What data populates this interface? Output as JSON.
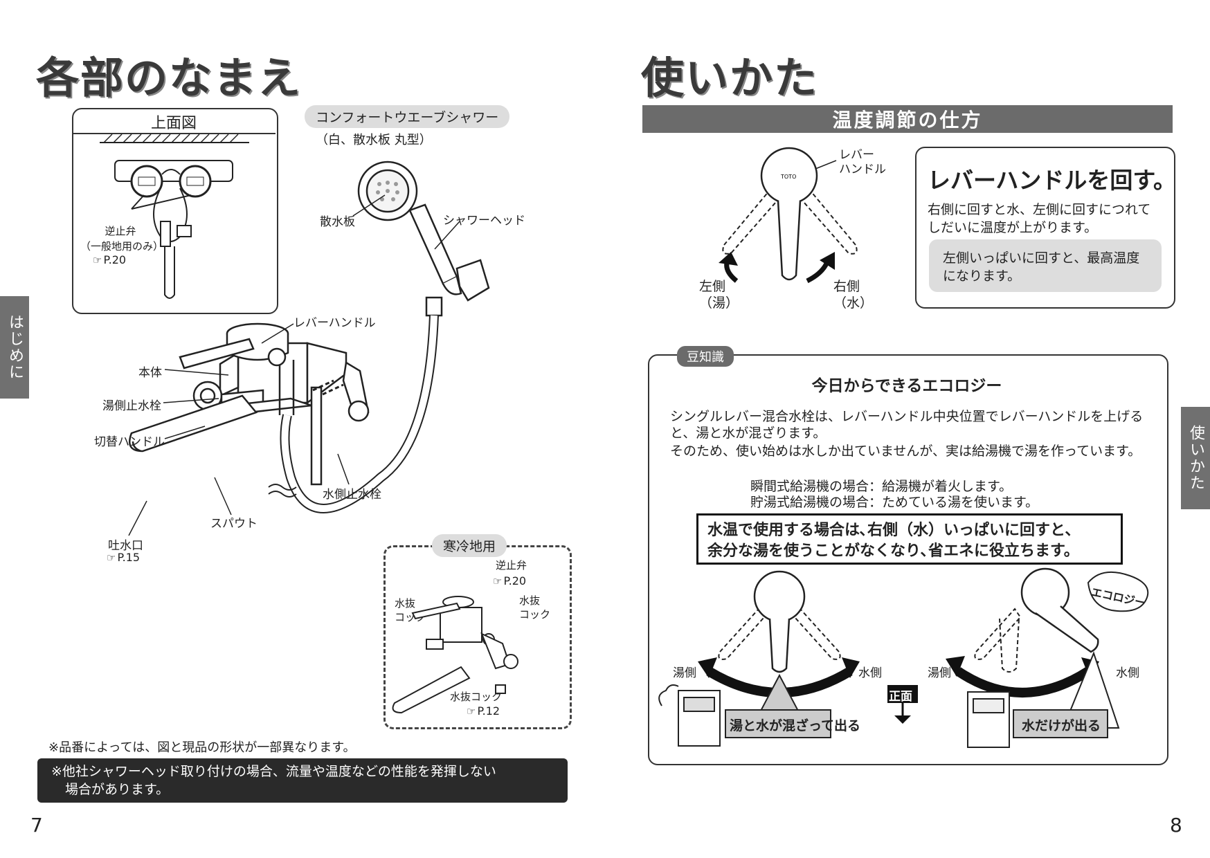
{
  "left": {
    "title": "各部のなまえ",
    "side_tab": "はじめに",
    "top_view": {
      "title": "上面図",
      "check_valve": "逆止弁",
      "check_valve_note": "（一般地用のみ）",
      "ref": "P.20"
    },
    "shower": {
      "name": "コンフォートウエーブシャワー",
      "spec": "（白、散水板 丸型）",
      "plate": "散水板",
      "head": "シャワーヘッド"
    },
    "parts": {
      "lever": "レバーハンドル",
      "body": "本体",
      "hot_stop": "湯側止水栓",
      "switch": "切替ハンドル",
      "cold_stop": "水側止水栓",
      "spout": "スパウト",
      "outlet": "吐水口",
      "outlet_ref": "P.15"
    },
    "cold_region": {
      "title": "寒冷地用",
      "check_valve": "逆止弁",
      "check_valve_ref": "P.20",
      "drain_left": "水抜\nコック",
      "drain_right": "水抜\nコック",
      "drain_bottom": "水抜コック",
      "drain_ref": "P.12"
    },
    "note1": "※品番によっては、図と現品の形状が一部異なります。",
    "note2_line1": "※他社シャワーヘッド取り付けの場合、流量や温度などの性能を発揮しない",
    "note2_line2": "場合があります。",
    "page_number": "7"
  },
  "right": {
    "title": "使いかた",
    "side_tab": "使いかた",
    "banner": "温度調節の仕方",
    "lever_label": "レバー\nハンドル",
    "logo": "TOTO",
    "left_side": "左側\n（湯）",
    "right_side": "右側\n（水）",
    "instruction": {
      "heading": "レバーハンドルを回す。",
      "text": "右側に回すと水、左側に回すにつれてしだいに温度が上がります。",
      "note": "左側いっぱいに回すと、最高温度になります。"
    },
    "tips": {
      "tag": "豆知識",
      "title": "今日からできるエコロジー",
      "para1": "シングルレバー混合水栓は、レバーハンドル中央位置でレバーハンドルを上げると、湯と水が混ざります。",
      "para2": "そのため、使い始めは水しか出ていませんが、実は給湯機で湯を作っています。",
      "case1": "瞬間式給湯機の場合：給湯機が着火します。",
      "case2": "貯湯式給湯機の場合：ためている湯を使います。",
      "highlight_line1": "水温で使用する場合は､右側（水）いっぱいに回すと､",
      "highlight_line2": "余分な湯を使うことがなくなり､省エネに役立ちます。",
      "hot_side": "湯側",
      "cold_side": "水側",
      "front": "正面",
      "mixed": "湯と水が混ざって出る",
      "water_only": "水だけが出る",
      "eco": "エコロジー"
    },
    "page_number": "8"
  }
}
